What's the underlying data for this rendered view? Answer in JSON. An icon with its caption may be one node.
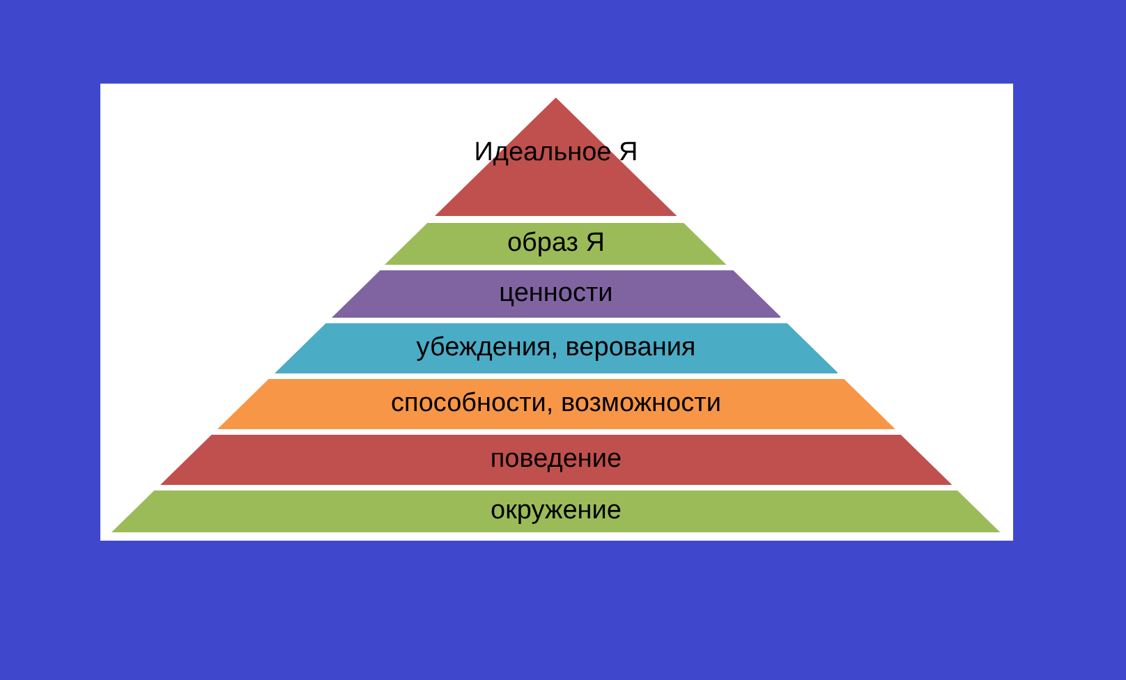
{
  "diagram": {
    "nodes": [
      {
        "text": [
          "Идеальное Я"
        ]
      },
      {
        "text": [
          "образ Я"
        ]
      },
      {
        "text": [
          "ценности"
        ]
      },
      {
        "text": [
          "убеждения, верования"
        ]
      },
      {
        "text": [
          "способности, возможности"
        ]
      },
      {
        "text": [
          "поведение"
        ]
      },
      {
        "text": [
          "окружение"
        ]
      }
    ]
  }
}
